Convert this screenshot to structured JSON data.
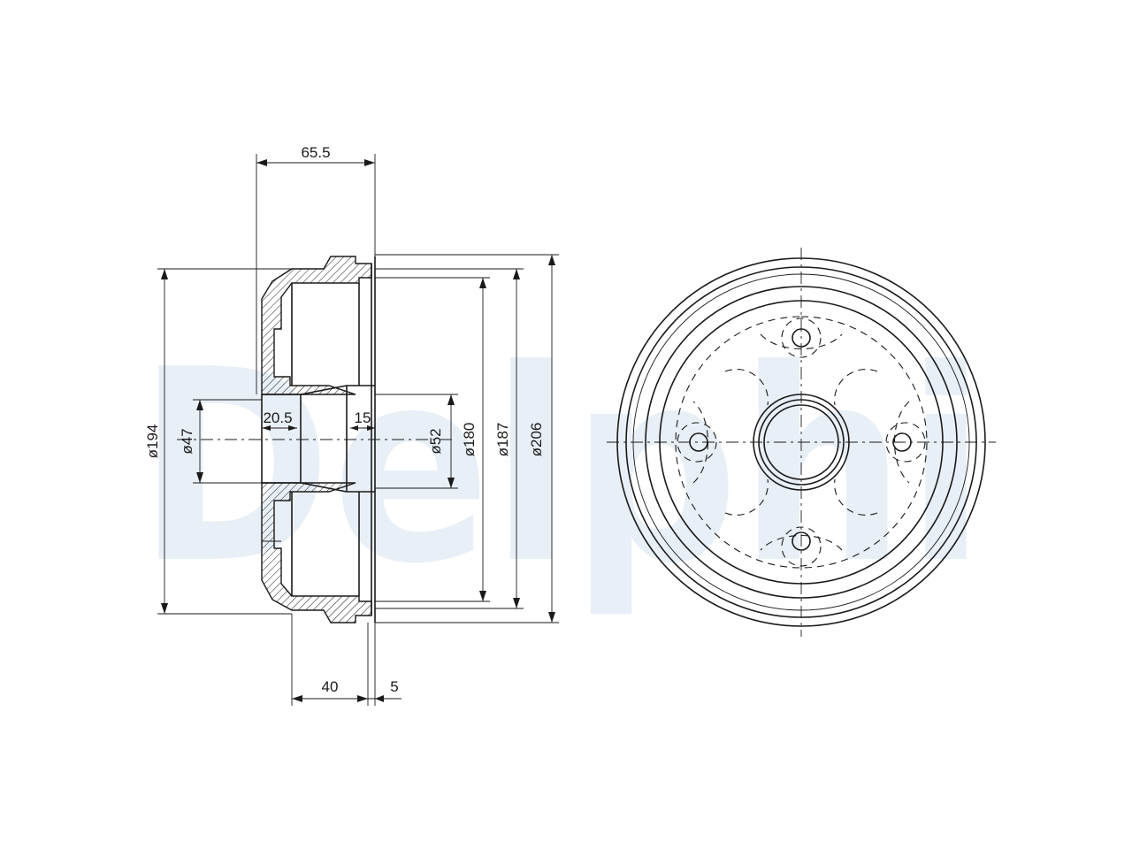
{
  "watermark": {
    "text": "Delphi",
    "color": "#e9eff7"
  },
  "dimensions": {
    "overall_depth": "65.5",
    "drum_outer_dia": "ø194",
    "hub_bore_dia": "ø47",
    "hub_step": "20.5",
    "flange_width": "15",
    "center_bore_dia": "ø52",
    "braking_surface_dia": "ø180",
    "rim_inner_dia": "ø187",
    "rim_outer_dia": "ø206",
    "hub_offset": "40",
    "flange_thickness": "5"
  }
}
